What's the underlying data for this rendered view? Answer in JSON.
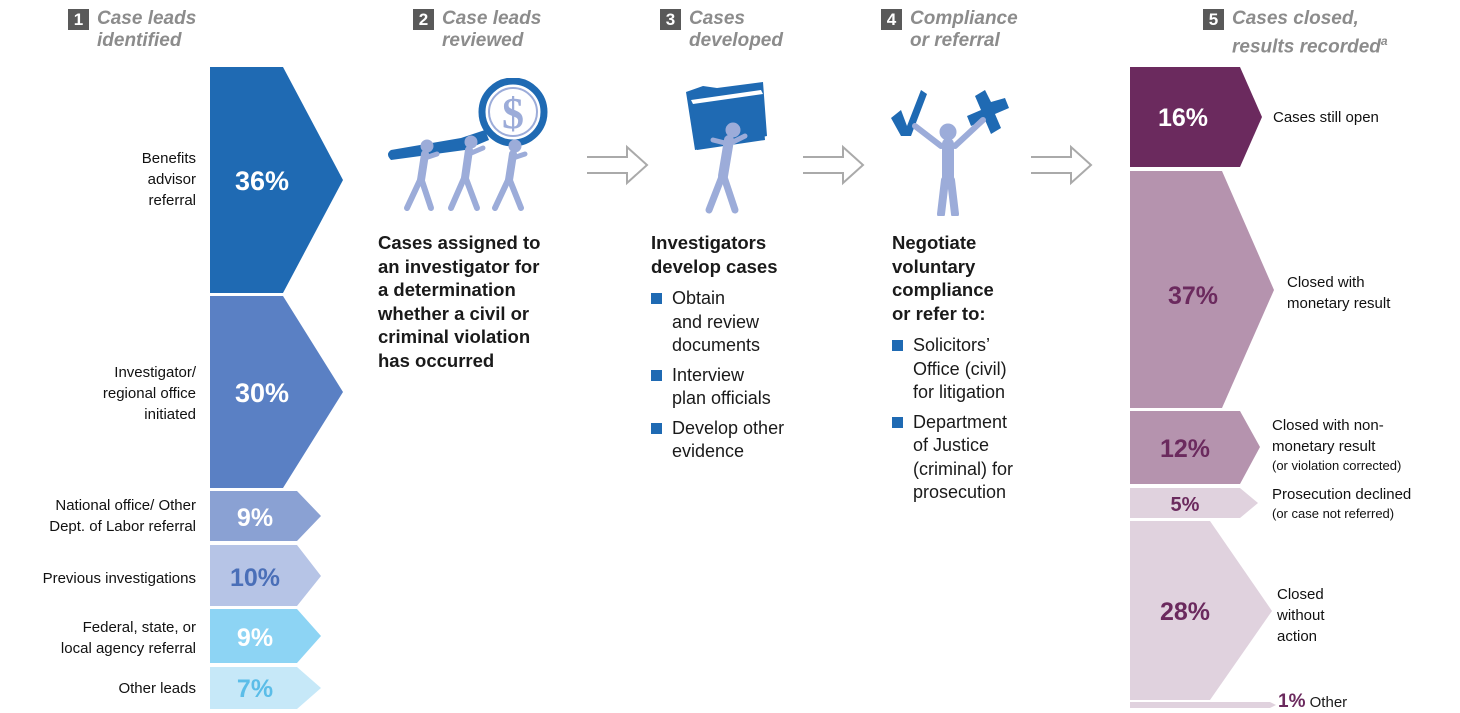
{
  "steps": [
    {
      "num": "1",
      "title_line1": "Case leads",
      "title_line2": "identified"
    },
    {
      "num": "2",
      "title_line1": "Case leads",
      "title_line2": "reviewed"
    },
    {
      "num": "3",
      "title_line1": "Cases",
      "title_line2": "developed"
    },
    {
      "num": "4",
      "title_line1": "Compliance",
      "title_line2": "or referral"
    },
    {
      "num": "5",
      "title_line1": "Cases closed,",
      "title_line2": "results recorded",
      "footnote": "a"
    }
  ],
  "leads": [
    {
      "pct": "36%",
      "label_lines": [
        "Benefits",
        "advisor",
        "referral"
      ],
      "color": "#1f6ab3",
      "text_color": "#ffffff"
    },
    {
      "pct": "30%",
      "label_lines": [
        "Investigator/",
        "regional office",
        "initiated"
      ],
      "color": "#5a80c4",
      "text_color": "#ffffff"
    },
    {
      "pct": "9%",
      "label_lines": [
        "National office/ Other",
        "Dept. of Labor referral"
      ],
      "color": "#8aa1d3",
      "text_color": "#ffffff"
    },
    {
      "pct": "10%",
      "label_lines": [
        "Previous investigations"
      ],
      "color": "#b6c4e6",
      "text_color": "#4a6fb8"
    },
    {
      "pct": "9%",
      "label_lines": [
        "Federal, state, or",
        "local agency referral"
      ],
      "color": "#8dd4f4",
      "text_color": "#ffffff"
    },
    {
      "pct": "7%",
      "label_lines": [
        "Other leads"
      ],
      "color": "#c6e8f8",
      "text_color": "#5bbde8"
    }
  ],
  "step2": {
    "description_lines": [
      "Cases assigned to",
      "an investigator for",
      "a determination",
      "whether a civil or",
      "criminal violation",
      "has occurred"
    ]
  },
  "step3": {
    "heading_lines": [
      "Investigators",
      "develop cases"
    ],
    "bullets": [
      {
        "lines": [
          "Obtain",
          "and review",
          "documents"
        ]
      },
      {
        "lines": [
          "Interview",
          "plan officials"
        ]
      },
      {
        "lines": [
          "Develop other",
          "evidence"
        ]
      }
    ]
  },
  "step4": {
    "heading_lines": [
      "Negotiate",
      "voluntary",
      "compliance",
      "or refer to:"
    ],
    "bullets": [
      {
        "lines": [
          "Solicitors’",
          "Office (civil)",
          "for litigation"
        ]
      },
      {
        "lines": [
          "Department",
          "of Justice",
          "(criminal) for",
          "prosecution"
        ]
      }
    ]
  },
  "closed": [
    {
      "pct": "16%",
      "label": "Cases still open",
      "sub": "",
      "color": "#6b2a5e",
      "text_color": "#ffffff"
    },
    {
      "pct": "37%",
      "label_lines": [
        "Closed with",
        "monetary result"
      ],
      "sub": "",
      "color": "#b593ae",
      "text_color": "#6b2a5e"
    },
    {
      "pct": "12%",
      "label_lines": [
        "Closed with non-",
        "monetary result"
      ],
      "sub": "(or violation corrected)",
      "color": "#b593ae",
      "text_color": "#6b2a5e"
    },
    {
      "pct": "5%",
      "label_lines": [
        "Prosecution declined"
      ],
      "sub": "(or case not referred)",
      "color": "#e0d2de",
      "text_color": "#6b2a5e"
    },
    {
      "pct": "28%",
      "label_lines": [
        "Closed",
        "without",
        "action"
      ],
      "sub": "",
      "color": "#e0d2de",
      "text_color": "#6b2a5e"
    },
    {
      "pct": "1%",
      "label_lines": [
        "Other"
      ],
      "sub": "",
      "color": "#e0d2de",
      "text_color": "#6b2a5e"
    }
  ],
  "icons": [
    "magnifier-team-icon",
    "folder-carrier-icon",
    "check-and-x-icon",
    "double-arrow-icon"
  ],
  "colors": {
    "blue_accent": "#1f6ab3",
    "icon_figure": "#9cacd9",
    "purple_dark": "#6b2a5e",
    "step_gray": "#595959"
  }
}
